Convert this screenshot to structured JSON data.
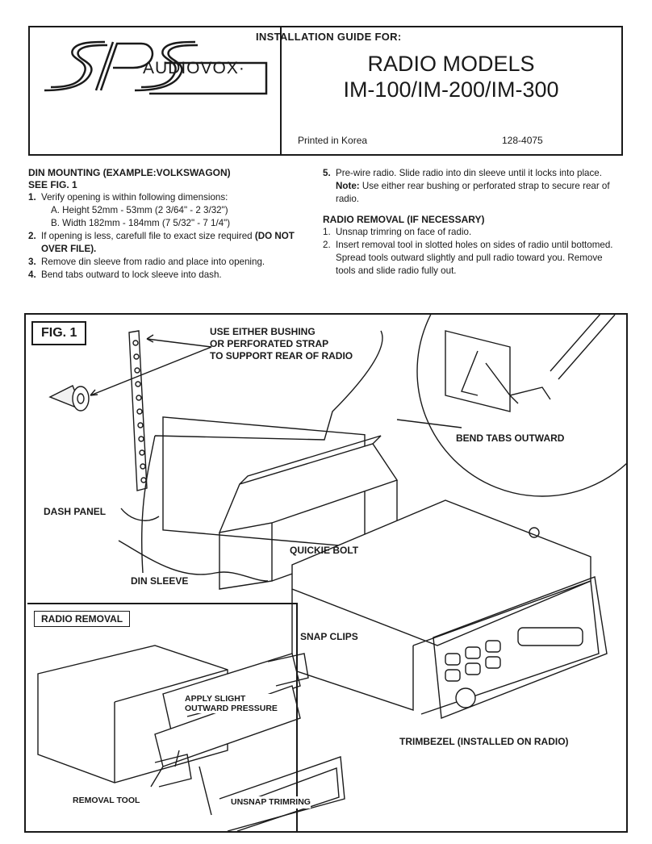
{
  "header": {
    "logo_text": "AUDIOVOX·",
    "guide_title": "INSTALLATION GUIDE FOR:",
    "title_line1": "RADIO MODELS",
    "title_line2": "IM-100/IM-200/IM-300",
    "printed_in": "Printed in Korea",
    "part_number": "128-4075"
  },
  "din_mounting": {
    "heading1": "DIN MOUNTING (EXAMPLE:VOLKSWAGON)",
    "heading2": "SEE FIG. 1",
    "steps": [
      {
        "num": "1.",
        "text": "Verify opening is within following dimensions:"
      },
      {
        "num": "2.",
        "text": "If opening is less, carefull file to exact size required ",
        "bold": "(DO NOT OVER FILE)."
      },
      {
        "num": "3.",
        "text": "Remove din sleeve from radio and place into opening."
      },
      {
        "num": "4.",
        "text": "Bend tabs outward to lock sleeve into dash."
      }
    ],
    "dim_a": "A. Height 52mm - 53mm (2 3/64\" - 2 3/32\")",
    "dim_b": "B. Width 182mm - 184mm (7 5/32\" - 7 1/4\")"
  },
  "right_column": {
    "step5_num": "5.",
    "step5_text": "Pre-wire radio. Slide radio into din sleeve until it locks into place. ",
    "step5_note_label": "Note:",
    "step5_note": " Use either rear bushing or perforated strap to secure rear of radio.",
    "removal_heading": "RADIO REMOVAL (IF NECESSARY)",
    "removal_steps": [
      {
        "num": "1.",
        "text": "Unsnap trimring on face of radio."
      },
      {
        "num": "2.",
        "text": "Insert removal tool in slotted holes on sides of radio until bottomed. Spread tools outward slightly and pull radio toward you. Remove tools and slide radio fully out."
      }
    ]
  },
  "figure": {
    "label": "FIG. 1",
    "callout_support": [
      "USE EITHER BUSHING",
      "OR PERFORATED STRAP",
      "TO SUPPORT REAR OF RADIO"
    ],
    "bend_tabs": "BEND TABS OUTWARD",
    "dash_panel": "DASH PANEL",
    "quickie_bolt": "QUICKIE BOLT",
    "din_sleeve": "DIN SLEEVE",
    "snap_clips": "SNAP CLIPS",
    "trimbezel": "TRIMBEZEL (INSTALLED ON RADIO)",
    "removal_label": "RADIO REMOVAL",
    "apply_pressure": [
      "APPLY SLIGHT",
      "OUTWARD PRESSURE"
    ],
    "removal_tool": "REMOVAL TOOL",
    "unsnap_trimring": "UNSNAP TRIMRING"
  }
}
